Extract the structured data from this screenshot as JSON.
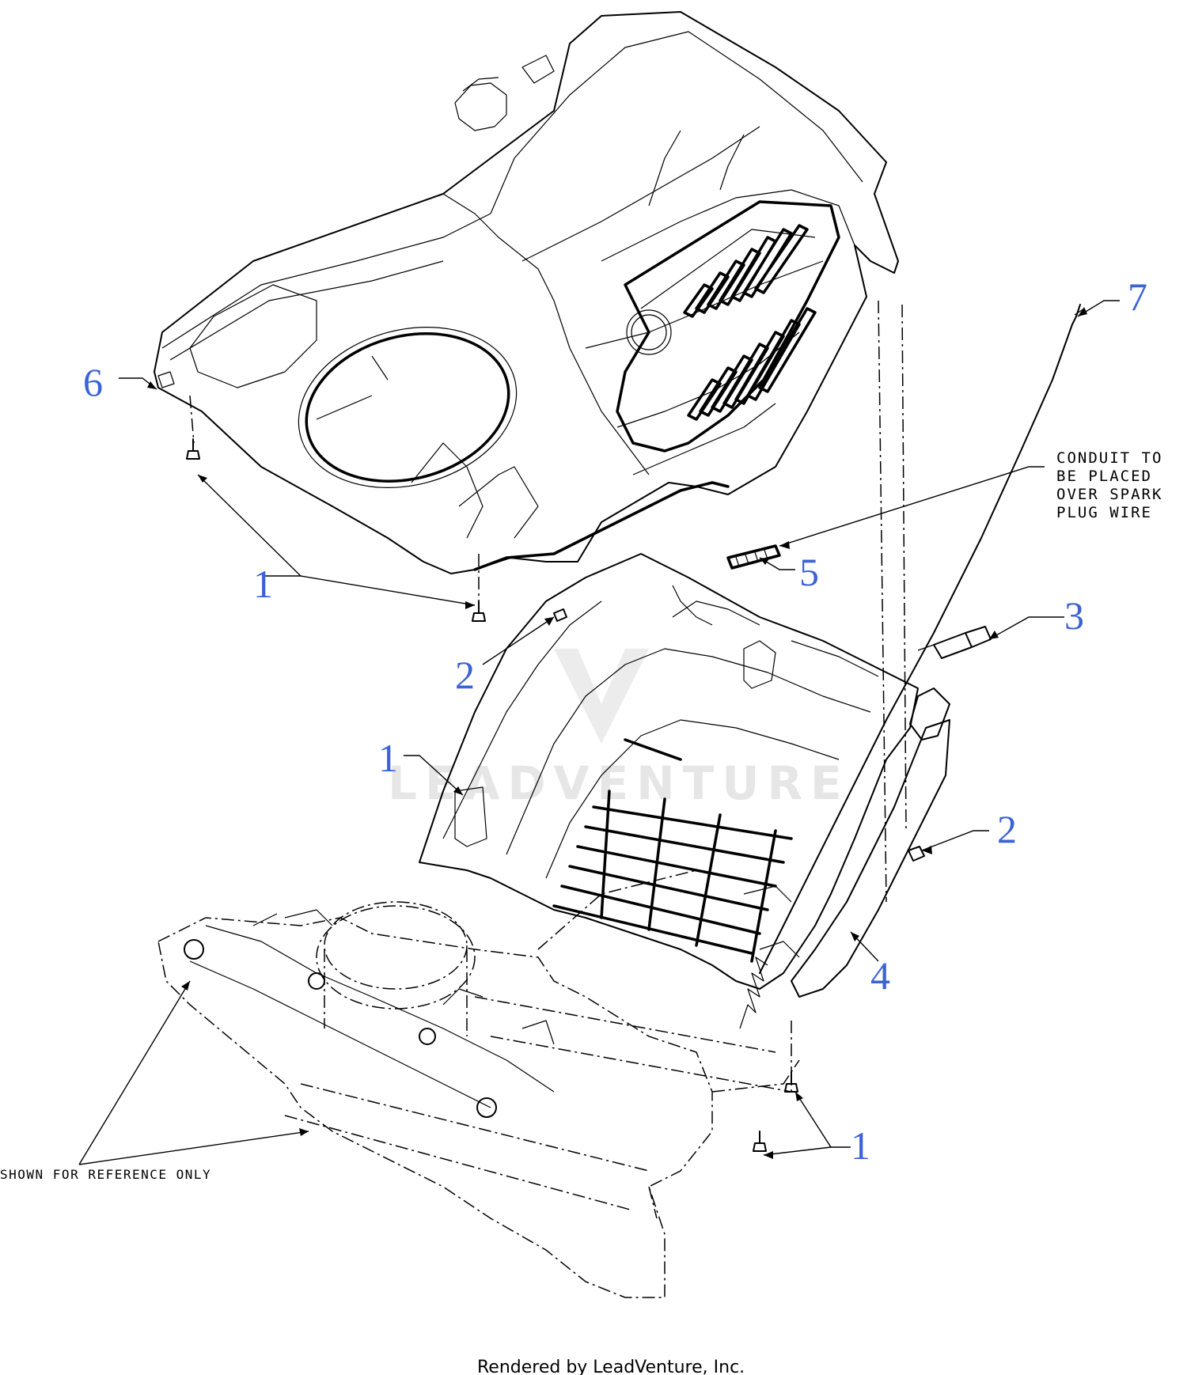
{
  "callouts": {
    "c1a": "1",
    "c1b": "1",
    "c1c": "1",
    "c2a": "2",
    "c2b": "2",
    "c3": "3",
    "c4": "4",
    "c5": "5",
    "c6": "6",
    "c7": "7"
  },
  "notes": {
    "conduit_line1": "CONDUIT TO",
    "conduit_line2": "BE PLACED",
    "conduit_line3": "OVER SPARK",
    "conduit_line4": "PLUG WIRE",
    "reference_only": "SHOWN FOR REFERENCE ONLY"
  },
  "watermark": "LEADVENTURE",
  "footer": "Rendered by LeadVenture, Inc.",
  "colors": {
    "callout": "#3b63d6",
    "linework": "#000000",
    "watermark": "#e6e6e6"
  }
}
